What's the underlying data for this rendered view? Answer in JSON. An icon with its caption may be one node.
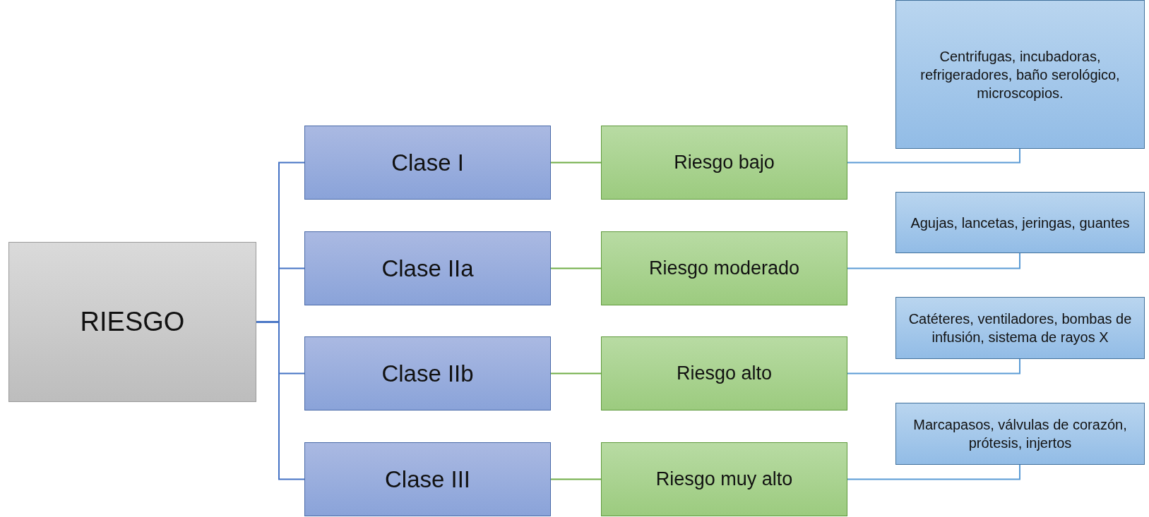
{
  "diagram": {
    "nodes": [
      {
        "text": [
          "RIESGO"
        ]
      },
      {
        "text": [
          "Clase I"
        ]
      },
      {
        "text": [
          "Clase IIa"
        ]
      },
      {
        "text": [
          "Clase IIb"
        ]
      },
      {
        "text": [
          "Clase III"
        ]
      },
      {
        "text": [
          "Riesgo bajo"
        ]
      },
      {
        "text": [
          "Riesgo moderado"
        ]
      },
      {
        "text": [
          "Riesgo alto"
        ]
      },
      {
        "text": [
          "Riesgo muy alto"
        ]
      },
      {
        "text": [
          "Centrifugas, incubadoras, refrigeradores, baño serológico, microscopios."
        ]
      },
      {
        "text": [
          "Agujas, lancetas, jeringas, guantes"
        ]
      },
      {
        "text": [
          "Catéteres, ventiladores, bombas de infusión, sistema de rayos X"
        ]
      },
      {
        "text": [
          "Marcapasos, válvulas de corazón, prótesis, injertos"
        ]
      }
    ],
    "edges": [
      {
        "from": 0,
        "to": 1,
        "arrow": "none",
        "color": "#4472c4"
      },
      {
        "from": 0,
        "to": 2,
        "arrow": "none",
        "color": "#4472c4"
      },
      {
        "from": 0,
        "to": 3,
        "arrow": "none",
        "color": "#4472c4"
      },
      {
        "from": 0,
        "to": 4,
        "arrow": "none",
        "color": "#4472c4"
      },
      {
        "from": 1,
        "to": 5,
        "arrow": "none",
        "color": "#70ad47"
      },
      {
        "from": 2,
        "to": 6,
        "arrow": "none",
        "color": "#70ad47"
      },
      {
        "from": 3,
        "to": 7,
        "arrow": "none",
        "color": "#70ad47"
      },
      {
        "from": 4,
        "to": 8,
        "arrow": "none",
        "color": "#70ad47"
      },
      {
        "from": 5,
        "to": 9,
        "arrow": "none",
        "color": "#5b9bd5"
      },
      {
        "from": 6,
        "to": 10,
        "arrow": "none",
        "color": "#5b9bd5"
      },
      {
        "from": 7,
        "to": 11,
        "arrow": "none",
        "color": "#5b9bd5"
      },
      {
        "from": 8,
        "to": 12,
        "arrow": "none",
        "color": "#5b9bd5"
      }
    ]
  }
}
